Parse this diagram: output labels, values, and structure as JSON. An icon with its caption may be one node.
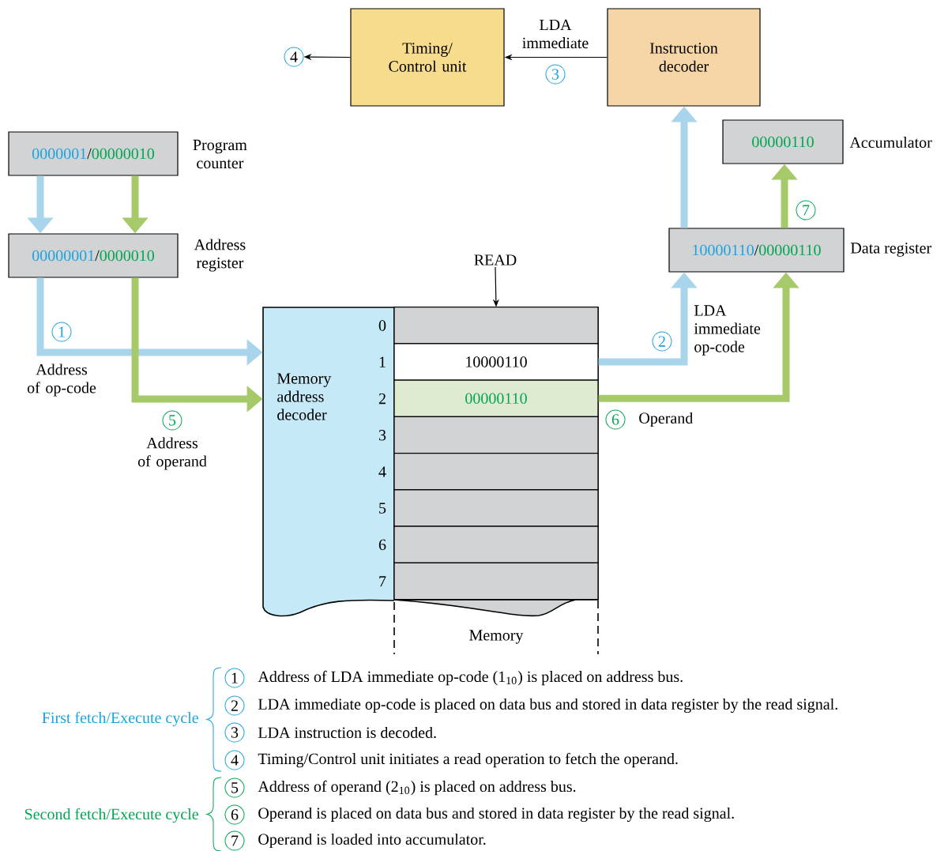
{
  "diagram": {
    "nodes": [
      {
        "text": [
          "Timing/ Control unit"
        ]
      },
      {
        "text": [
          "Instruction decoder"
        ]
      },
      {
        "text": [
          "4"
        ]
      },
      {
        "text": [
          "0000001",
          "/",
          "00000010"
        ],
        "beside": [
          "Program counter"
        ]
      },
      {
        "text": [
          "00000001",
          "/",
          "0000010"
        ],
        "beside": [
          "Address register"
        ]
      },
      {
        "text": [
          "Memory address decoder"
        ]
      },
      {
        "text": [
          "Memory"
        ]
      },
      {
        "text": [],
        "shape": "box",
        "in": 6
      },
      {
        "text": [
          "10000110"
        ],
        "in": 6
      },
      {
        "text": [
          "00000110"
        ],
        "in": 6
      },
      {
        "text": [],
        "shape": "box",
        "in": 6
      },
      {
        "text": [],
        "shape": "box",
        "in": 6
      },
      {
        "text": [],
        "shape": "box",
        "in": 6
      },
      {
        "text": [],
        "shape": "box",
        "in": 6
      },
      {
        "text": [],
        "shape": "box",
        "in": 6
      },
      {
        "text": [
          "READ"
        ]
      },
      {
        "text": [
          "10000110",
          "/",
          "00000110"
        ],
        "beside": [
          "Data register"
        ]
      },
      {
        "text": [
          "00000110"
        ],
        "beside": [
          "Accumulator"
        ]
      },
      {
        "text": [
          "1"
        ],
        "beside": [
          "Address of LDA immediate op-code (1$_{10}$) is placed on address bus."
        ]
      },
      {
        "text": [
          "2"
        ],
        "beside": [
          "LDA immediate op-code is placed on data bus and stored in data register by the read signal."
        ]
      },
      {
        "text": [
          "3"
        ],
        "beside": [
          "LDA instruction is decoded."
        ]
      },
      {
        "text": [
          "4"
        ],
        "beside": [
          "Timing/Control unit initiates a read operation to fetch the operand."
        ]
      },
      {
        "text": [
          "5"
        ],
        "beside": [
          "Address of operand (2$_{10}$) is placed on address bus."
        ]
      },
      {
        "text": [
          "6"
        ],
        "beside": [
          "Operand is placed on data bus and stored in data register by the read signal."
        ]
      },
      {
        "text": [
          "7"
        ],
        "beside": [
          "Operand is loaded into accumulator."
        ]
      }
    ],
    "edges": [
      {
        "from": 1,
        "to": 0,
        "arrow": "to",
        "label": "3",
        "color": "#000000"
      },
      {
        "from": 0,
        "to": 2,
        "arrow": "to",
        "color": "#000000"
      },
      {
        "from": 3,
        "to": 4,
        "arrow": "to",
        "color": "#a8d5ec"
      },
      {
        "from": 3,
        "to": 4,
        "arrow": "to",
        "color": "#a6c96a"
      },
      {
        "from": 4,
        "to": 5,
        "arrow": "to",
        "color": "#a8d5ec",
        "label": "1"
      },
      {
        "from": 4,
        "to": 5,
        "arrow": "to",
        "color": "#a6c96a",
        "label": "5"
      },
      {
        "from": 8,
        "to": 16,
        "arrow": "to",
        "color": "#a8d5ec",
        "label": "2"
      },
      {
        "from": 9,
        "to": 16,
        "arrow": "to",
        "color": "#a6c96a",
        "label": "6"
      },
      {
        "from": 16,
        "to": 17,
        "arrow": "to",
        "color": "#a6c96a",
        "label": "7"
      },
      {
        "from": 16,
        "to": 1,
        "arrow": "to",
        "color": "#a8d5ec"
      },
      {
        "from": 15,
        "to": 6,
        "arrow": "to",
        "color": "#000000"
      }
    ],
    "labels": [
      "LDA immediate",
      "0",
      "1",
      "2",
      "3",
      "4",
      "5",
      "6",
      "7",
      "LDA immediate op-code",
      "Address of op-code",
      "Operand",
      "Address of operand",
      "First fetch/Execute cycle",
      "Second fetch/Execute cycle"
    ]
  }
}
